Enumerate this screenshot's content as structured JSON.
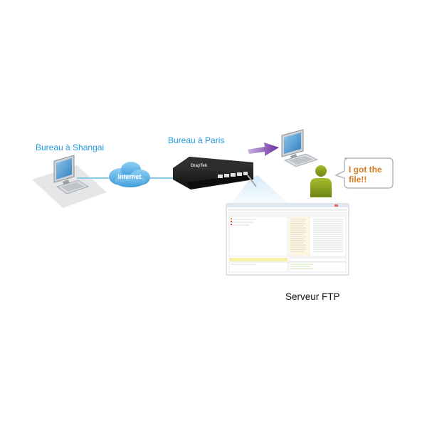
{
  "labels": {
    "shanghai_office": "Bureau à Shangai",
    "paris_office": "Bureau à Paris",
    "ftp_server": "Serveur FTP"
  },
  "cloud": {
    "label": "Internet"
  },
  "router": {
    "brand": "DrayTek"
  },
  "speech_bubble": {
    "line1": "I got the",
    "line2": "file!!"
  },
  "colors": {
    "label_blue": "#1e9be0",
    "link_line": "#8ec9ec",
    "cloud_fill": "#5ab3e6",
    "arrow_purple": "#7b3ca8",
    "person_green": "#8aa01f",
    "bubble_text": "#d97a1c",
    "router_body": "#1c1c1c"
  },
  "icons": {
    "shanghai_pc": "desktop-computer-icon",
    "remote_pc": "desktop-computer-icon",
    "user": "person-icon",
    "cloud": "cloud-icon",
    "router": "router-icon",
    "transfer": "arrow-icon"
  }
}
